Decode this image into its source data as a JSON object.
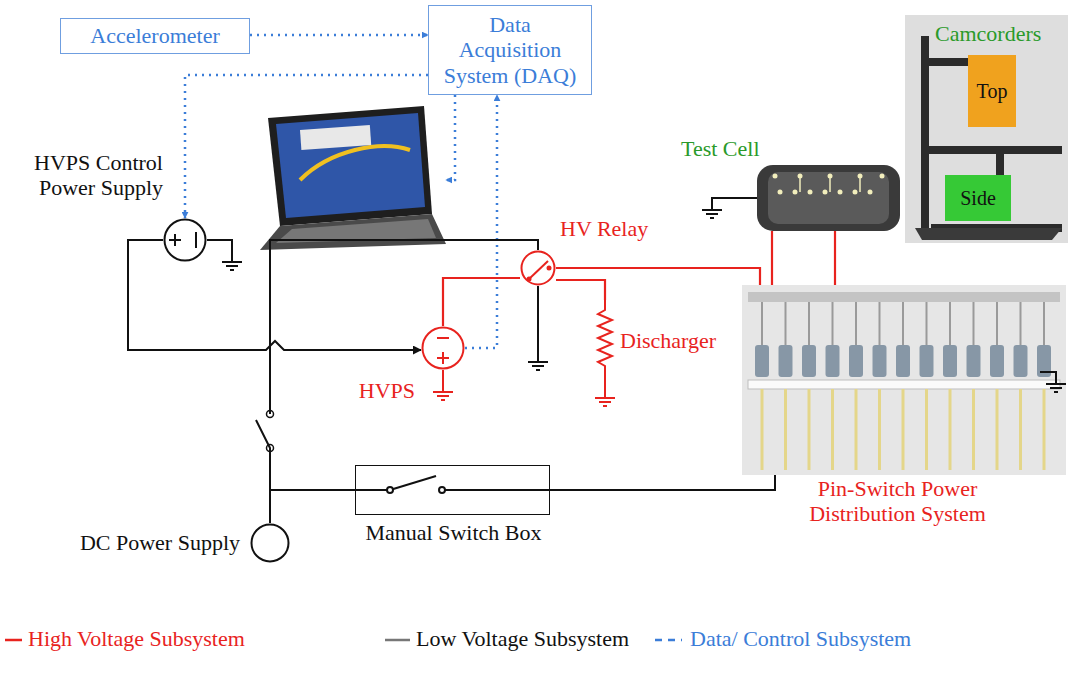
{
  "diagram": {
    "nodes": [
      {
        "text": [
          "Accelerometer"
        ]
      },
      {
        "text": [
          "Data Acquisition System (DAQ)"
        ]
      },
      {
        "text": [
          "HVPS Control Power Supply"
        ]
      },
      {
        "text": [
          "HVPS"
        ]
      },
      {
        "text": [
          "HV Relay"
        ]
      },
      {
        "text": [
          "Discharger"
        ]
      },
      {
        "text": [
          "Test Cell"
        ]
      },
      {
        "text": [
          "Camcorders"
        ]
      },
      {
        "text": [
          "Top"
        ],
        "in": 7
      },
      {
        "text": [
          "Side"
        ],
        "in": 7
      },
      {
        "text": [
          "Pin-Switch Power Distribution System"
        ]
      },
      {
        "text": [
          "DC Power Supply"
        ]
      },
      {
        "text": [
          "Manual Switch Box"
        ]
      }
    ],
    "edges": [
      {
        "from": 0,
        "to": 1,
        "arrow": "to"
      },
      {
        "from": 1,
        "to": 2,
        "arrow": "to"
      },
      {
        "from": 3,
        "to": 1,
        "arrow": "to"
      },
      {
        "from": 2,
        "to": 3,
        "arrow": "to"
      },
      {
        "from": 3,
        "to": 4,
        "arrow": "none"
      },
      {
        "from": 11,
        "to": 4,
        "arrow": "none"
      },
      {
        "from": 4,
        "to": 5,
        "arrow": "none"
      },
      {
        "from": 4,
        "to": 10,
        "arrow": "none"
      },
      {
        "from": 10,
        "to": 6,
        "arrow": "none"
      },
      {
        "from": 10,
        "to": 6,
        "arrow": "none"
      },
      {
        "from": 11,
        "to": 12,
        "arrow": "none"
      },
      {
        "from": 12,
        "to": 10,
        "arrow": "none"
      }
    ],
    "legend": [
      {
        "text": "High Voltage Subsystem"
      },
      {
        "text": "Low Voltage Subsystem"
      },
      {
        "text": "Data/ Control Subsystem"
      }
    ]
  }
}
